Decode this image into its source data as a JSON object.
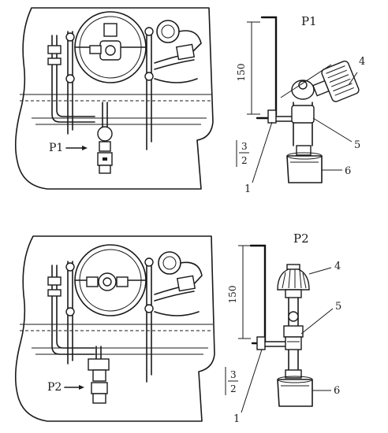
{
  "top": {
    "position_label": "P1",
    "dimension_150": "150",
    "fraction_numerator": "3",
    "fraction_denominator": "2",
    "arrow_label": "P1",
    "callouts": [
      "1",
      "4",
      "5",
      "6"
    ]
  },
  "bottom": {
    "position_label": "P2",
    "dimension_150": "150",
    "fraction_numerator": "3",
    "fraction_denominator": "2",
    "arrow_label": "P2",
    "callouts": [
      "1",
      "4",
      "5",
      "6"
    ]
  }
}
